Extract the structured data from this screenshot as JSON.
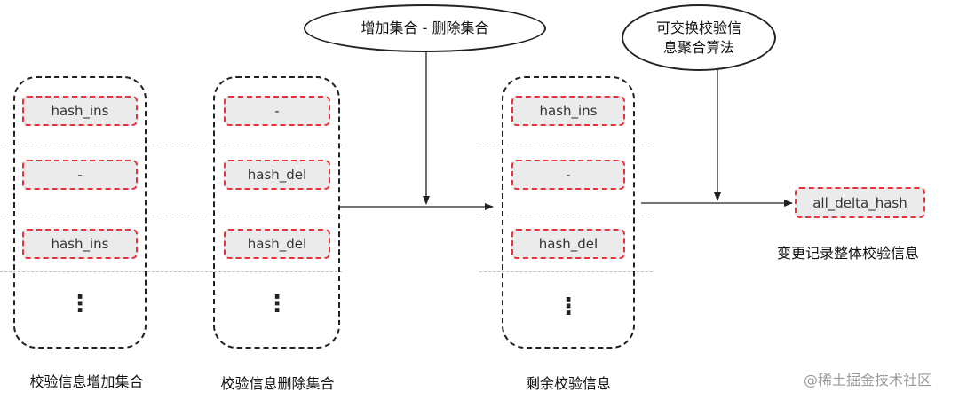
{
  "ops": {
    "set_diff": "增加集合 - 删除集合",
    "aggregate_line1": "可交换校验信",
    "aggregate_line2": "息聚合算法"
  },
  "groups": {
    "insert_set": {
      "items": [
        "hash_ins",
        "-",
        "hash_ins"
      ],
      "ellipsis": "⋮",
      "caption": "校验信息增加集合"
    },
    "delete_set": {
      "items": [
        "-",
        "hash_del",
        "hash_del"
      ],
      "ellipsis": "⋮",
      "caption": "校验信息删除集合"
    },
    "remaining_set": {
      "items": [
        "hash_ins",
        "-",
        "hash_del"
      ],
      "ellipsis": "⋮",
      "caption": "剩余校验信息"
    }
  },
  "result": {
    "value": "all_delta_hash",
    "caption": "变更记录整体校验信息"
  },
  "watermark": "@稀土掘金技术社区",
  "colors": {
    "item_border": "#e8323c",
    "item_fill": "#ebebeb",
    "frame": "#222222",
    "row_divider": "#bdbdbd"
  }
}
